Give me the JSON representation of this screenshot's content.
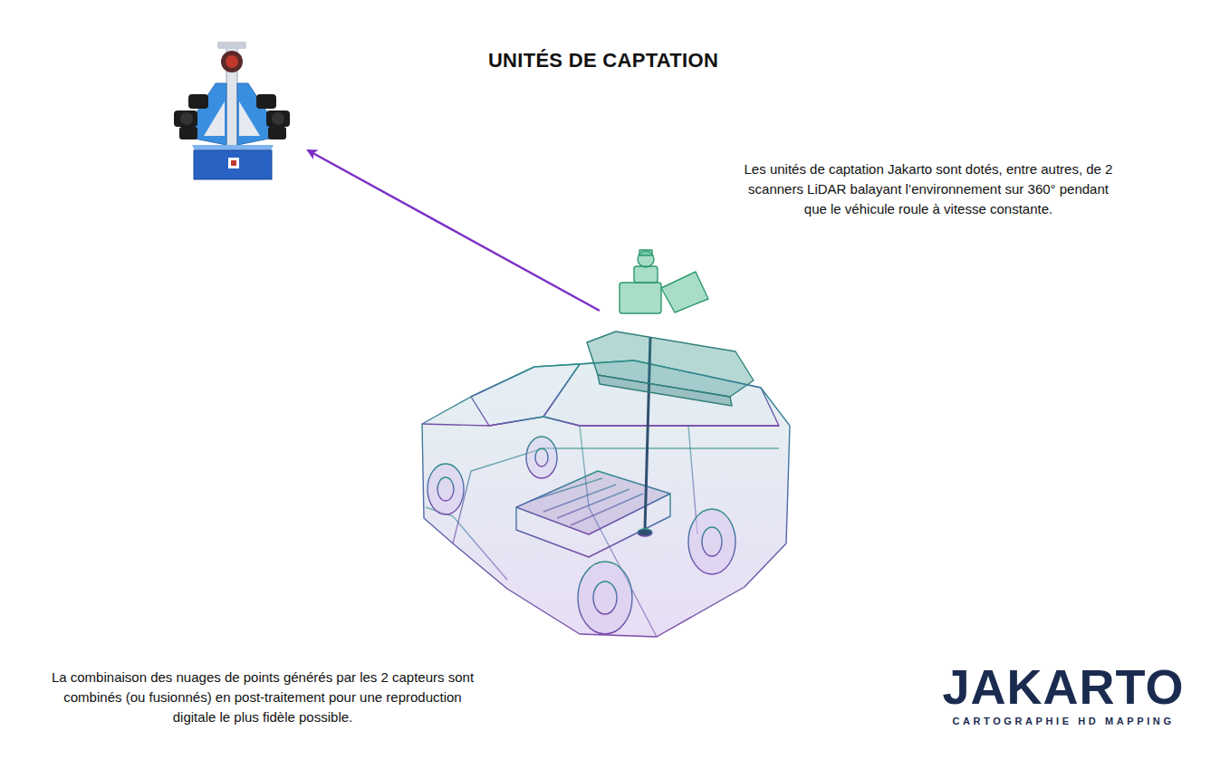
{
  "diagram": {
    "title": "UNITÉS DE CAPTATION",
    "labels": [
      "Les unités de captation Jakarto sont dotés, entre autres, de 2 scanners LiDAR balayant l’environnement sur 360° pendant que le véhicule roule à vitesse constante.",
      "La combinaison des nuages de points générés par les 2 capteurs sont combinés (ou fusionnés) en post-traitement pour une reproduction digitale le plus fidèle possible.",
      "JAKARTO",
      "CARTOGRAPHIE HD MAPPING"
    ]
  }
}
